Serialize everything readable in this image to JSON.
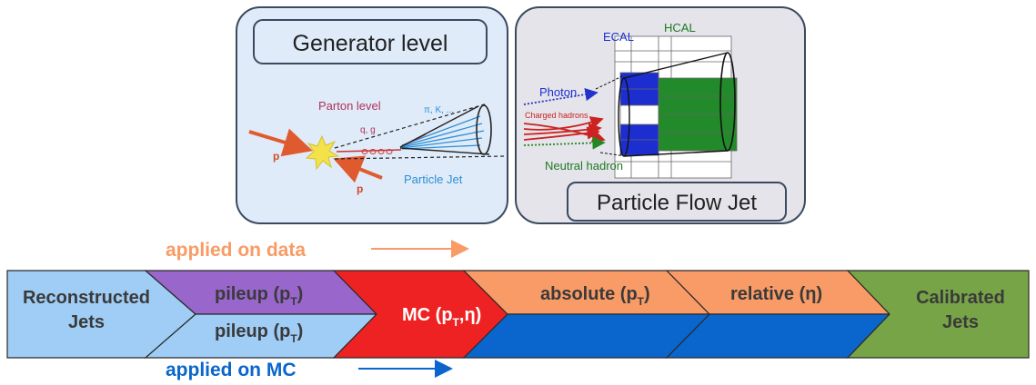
{
  "generator_panel": {
    "title": "Generator level",
    "parton_level": "Parton level",
    "quarks": "q, g",
    "hadrons": "π, K, ...",
    "proton_top": "p",
    "proton_bottom": "p",
    "particle_jet": "Particle Jet"
  },
  "pf_panel": {
    "title": "Particle Flow Jet",
    "ecal": "ECAL",
    "hcal": "HCAL",
    "photon": "Photon",
    "charged_hadrons": "Charged hadrons",
    "neutral_hadron": "Neutral hadron"
  },
  "legend": {
    "data": "applied on data",
    "mc": "applied on MC"
  },
  "chain": {
    "reconstructed_line1": "Reconstructed",
    "reconstructed_line2": "Jets",
    "pileup_data_main": "pileup (p",
    "pileup_data_sub": "T",
    "pileup_data_end": ")",
    "pileup_mc_main": "pileup (p",
    "pileup_mc_sub": "T",
    "pileup_mc_end": ")",
    "mc_main": "MC (p",
    "mc_sub": "T",
    "mc_end": ",η)",
    "absolute_main": "absolute (p",
    "absolute_sub": "T",
    "absolute_end": ")",
    "relative": "relative (η)",
    "calibrated_line1": "Calibrated",
    "calibrated_line2": "Jets"
  },
  "colors": {
    "light_blue": "#9fcdf5",
    "purple": "#9966cc",
    "red": "#ee2222",
    "orange": "#f99b66",
    "blue": "#0a66cc",
    "green": "#77a447",
    "panel_blue": "#dfebf8",
    "panel_gray": "#e4e4ea"
  }
}
